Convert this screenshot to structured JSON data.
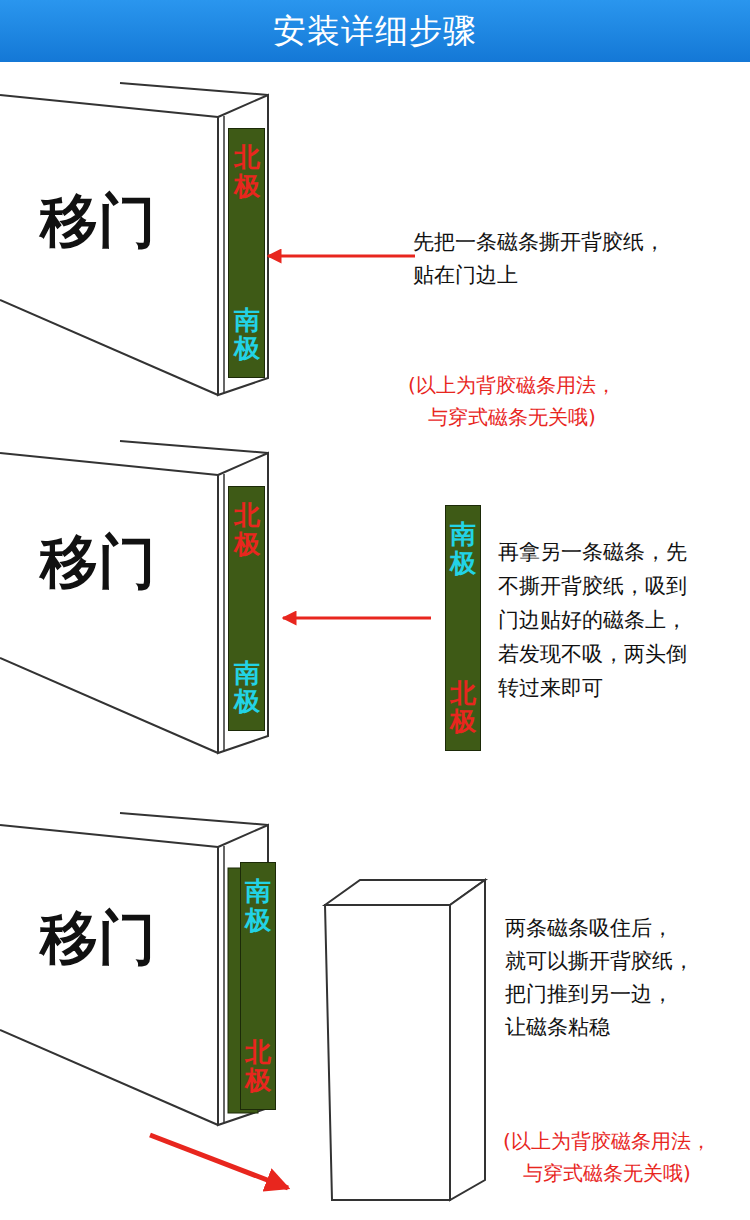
{
  "diagram": {
    "title": "安装详细步骤",
    "nodes": [
      {
        "text": [
          "移门"
        ]
      },
      {
        "text": [
          "北极",
          "南极"
        ],
        "in": 0
      },
      {
        "text": [
          "移门"
        ]
      },
      {
        "text": [
          "北极",
          "南极"
        ],
        "in": 2
      },
      {
        "text": [
          "南极",
          "北极"
        ]
      },
      {
        "text": [
          "移门"
        ]
      },
      {
        "text": [
          "南极",
          "北极"
        ],
        "in": 5
      }
    ],
    "edges": [
      {
        "from": 4,
        "to": 3,
        "arrow": "to"
      }
    ],
    "labels": [
      "先把一条磁条撕开背胶纸， 贴在门边上",
      "(以上为背胶磁条用法， 与穿式磁条无关哦)",
      "再拿另一条磁条，先 不撕开背胶纸，吸到 门边贴好的磁条上， 若发现不吸，两头倒 转过来即可",
      "两条磁条吸住后， 就可以撕开背胶纸， 把门推到另一边， 让磁条粘稳",
      "(以上为背胶磁条用法， 与穿式磁条无关哦)"
    ]
  }
}
